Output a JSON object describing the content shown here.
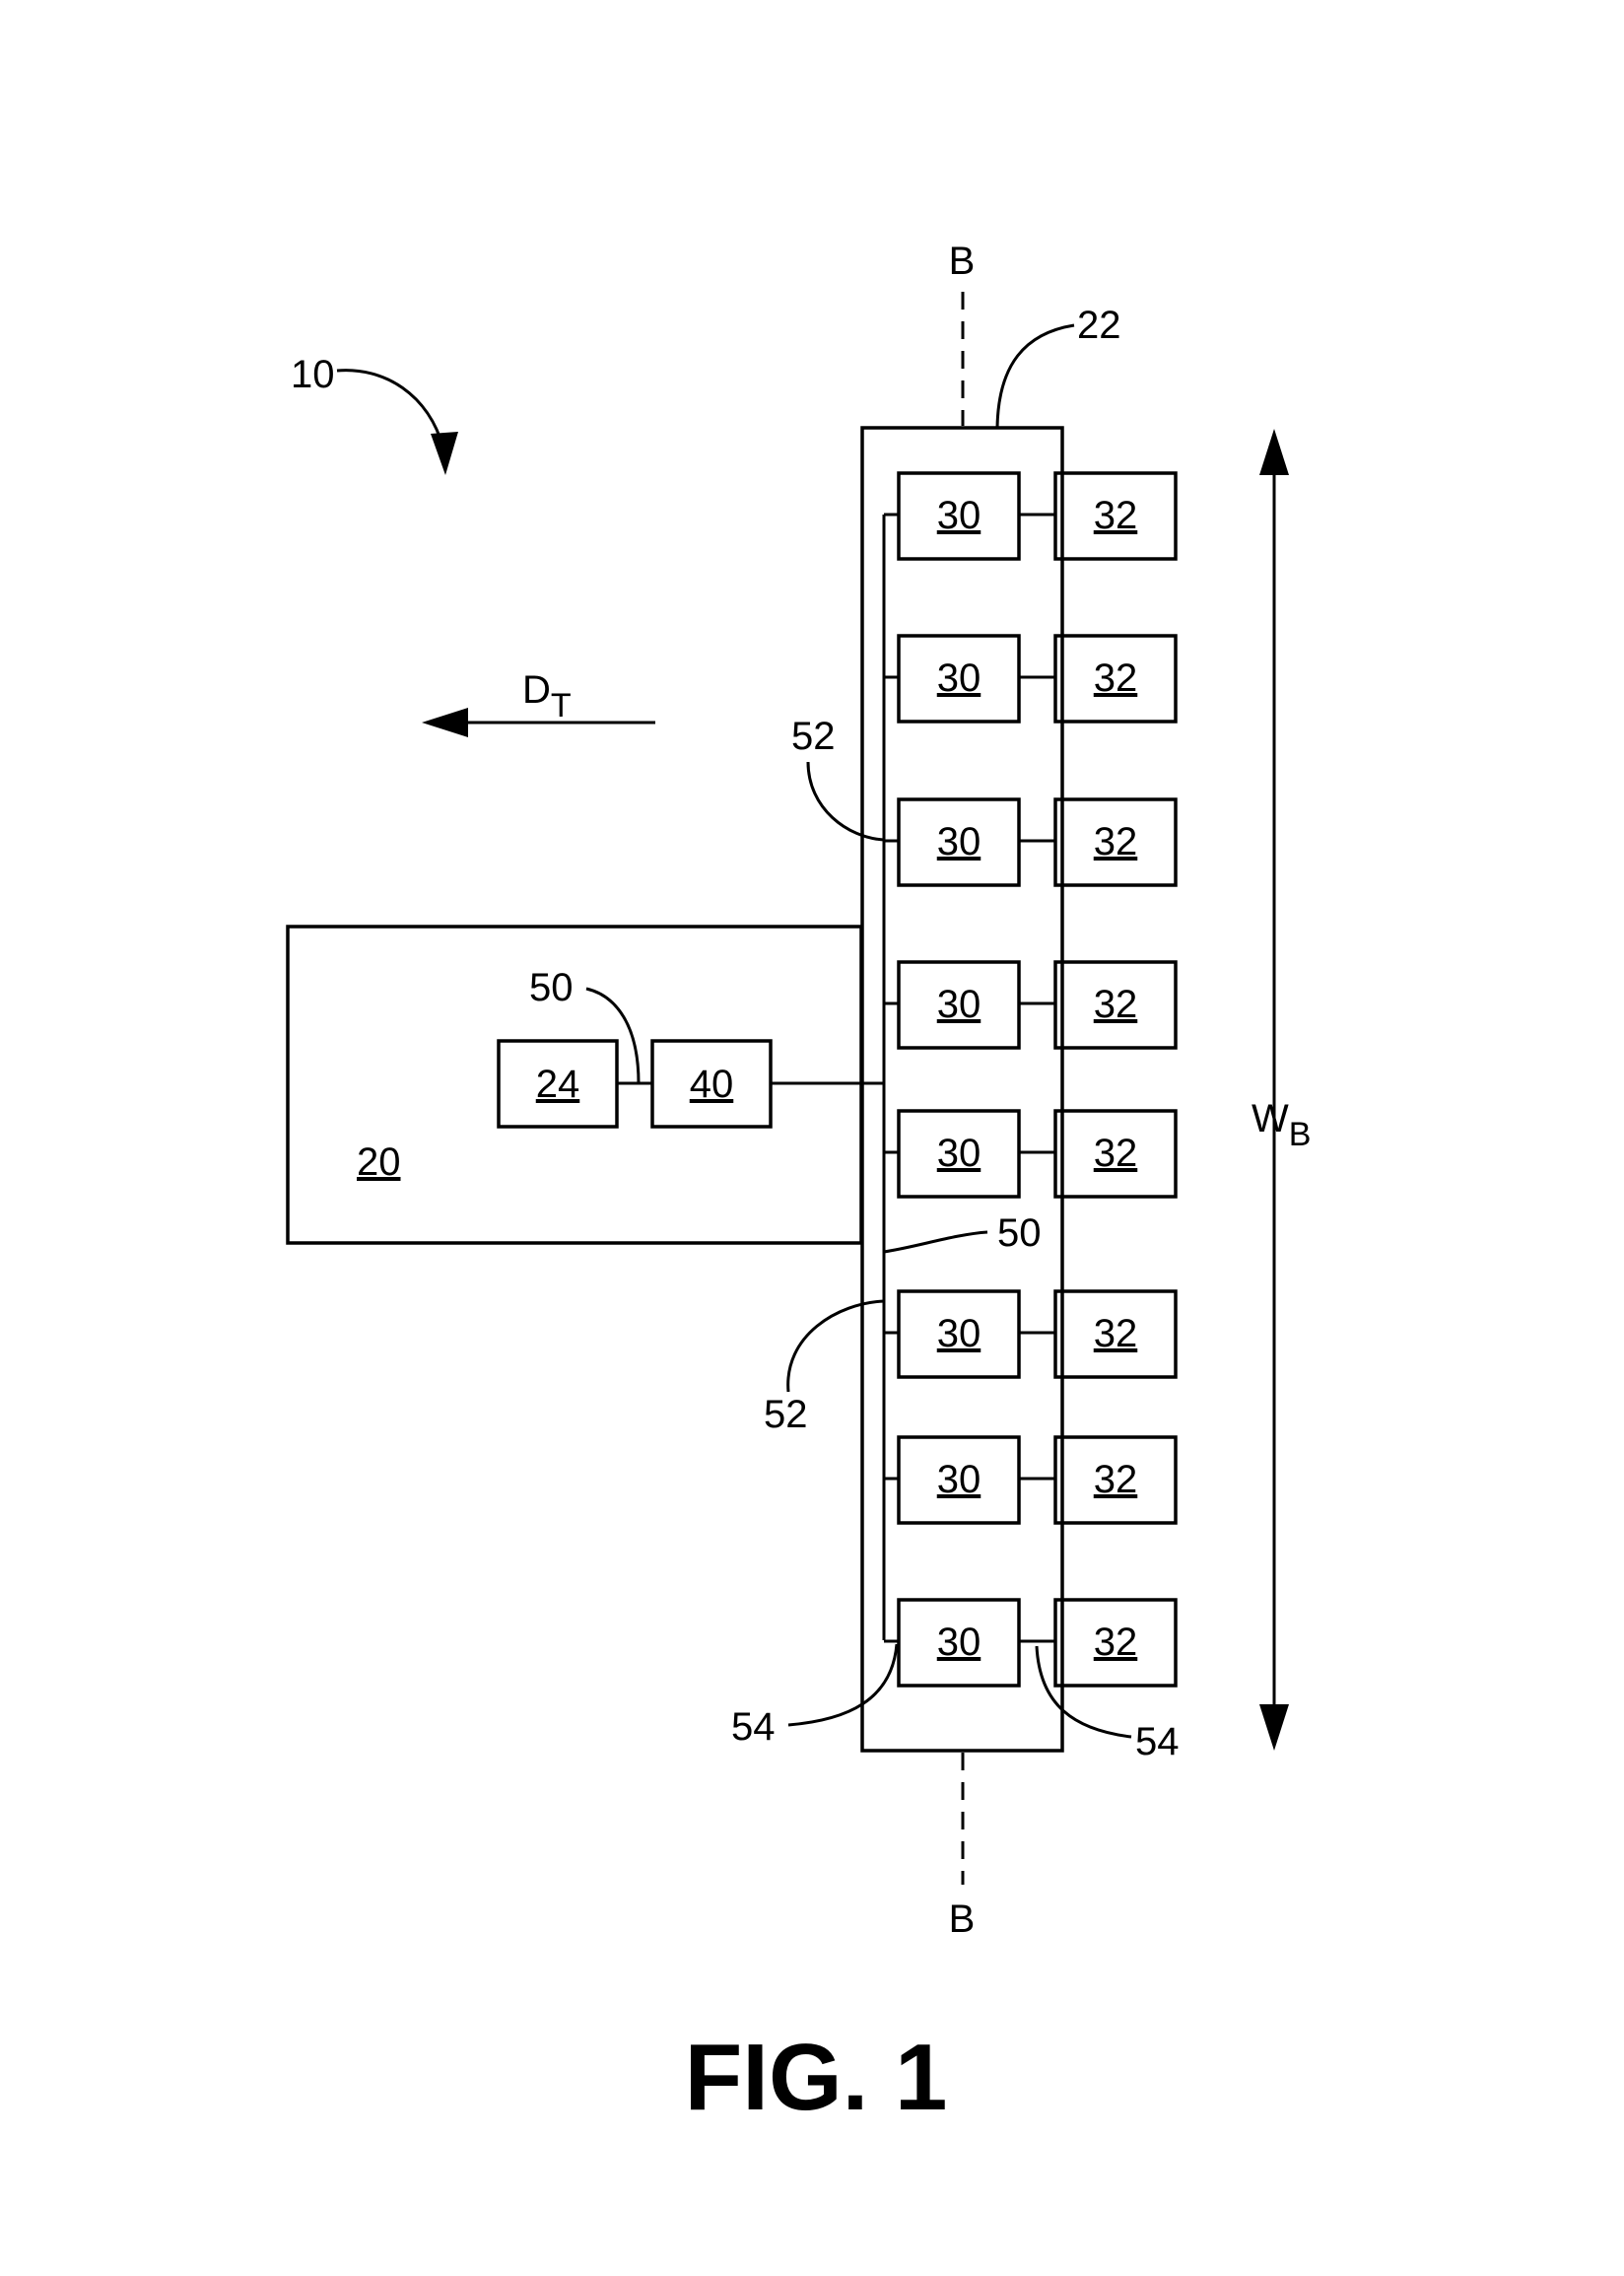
{
  "figure": {
    "caption": "FIG. 1",
    "labels": {
      "system": "10",
      "controller": "20",
      "bar": "22",
      "power": "24",
      "relay": "40",
      "wire_top": "50",
      "wire_mid": "50",
      "branch_top": "52",
      "branch_mid": "52",
      "end_left": "54",
      "end_right": "54",
      "axis_top": "B",
      "axis_bottom": "B",
      "direction_main": "D",
      "direction_sub": "T",
      "width_main": "W",
      "width_sub": "B"
    },
    "left_units": [
      "30",
      "30",
      "30",
      "30",
      "30",
      "30",
      "30",
      "30"
    ],
    "right_units": [
      "32",
      "32",
      "32",
      "32",
      "32",
      "32",
      "32",
      "32"
    ]
  }
}
